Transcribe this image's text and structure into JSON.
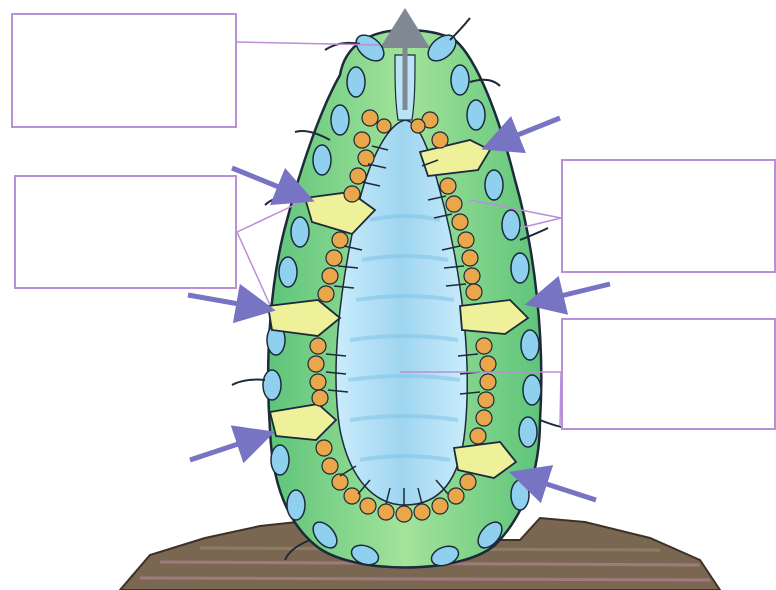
{
  "diagram": {
    "label_boxes": [
      {
        "id": "box-tl",
        "text": ""
      },
      {
        "id": "box-ml",
        "text": ""
      },
      {
        "id": "box-tr",
        "text": ""
      },
      {
        "id": "box-br",
        "text": ""
      }
    ],
    "colors": {
      "box_border": "#b98fd8",
      "cell_layer": "#7fd68a",
      "cavity": "#a9d9f2",
      "pore_cell": "#eef19a",
      "choanocyte": "#e9a64b",
      "nucleus": "#5aa7cf",
      "arrow": "#7774c4",
      "rock": "#7a6752",
      "outline": "#1c2a3a"
    },
    "arrow_icon": "water-flow-arrow-icon",
    "exit_icon": "osculum-outflow-arrow-icon"
  }
}
